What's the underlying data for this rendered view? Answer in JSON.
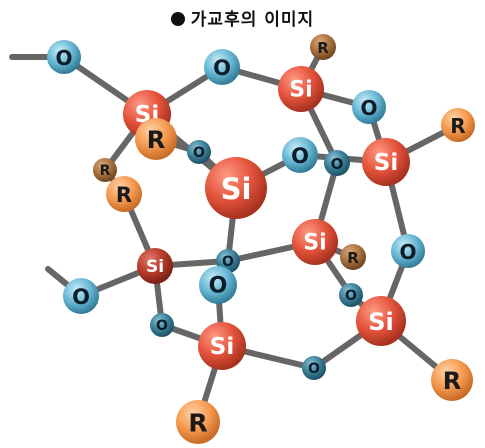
{
  "title": "가교후의 이미지",
  "labels": {
    "silicon": "Si",
    "oxygen": "O",
    "group": "R"
  },
  "colors": {
    "bond": "#666666",
    "si_fill": "#e5543d",
    "si_dark": "#b83a2a",
    "o_fill": "#66b6d4",
    "o_dark": "#3a7e97",
    "r_fill": "#f59a4f",
    "r_brown": "#a9723e",
    "si_text": "#ffffff",
    "o_text": "#0b1d2b",
    "r_text": "#1a1a1a"
  }
}
